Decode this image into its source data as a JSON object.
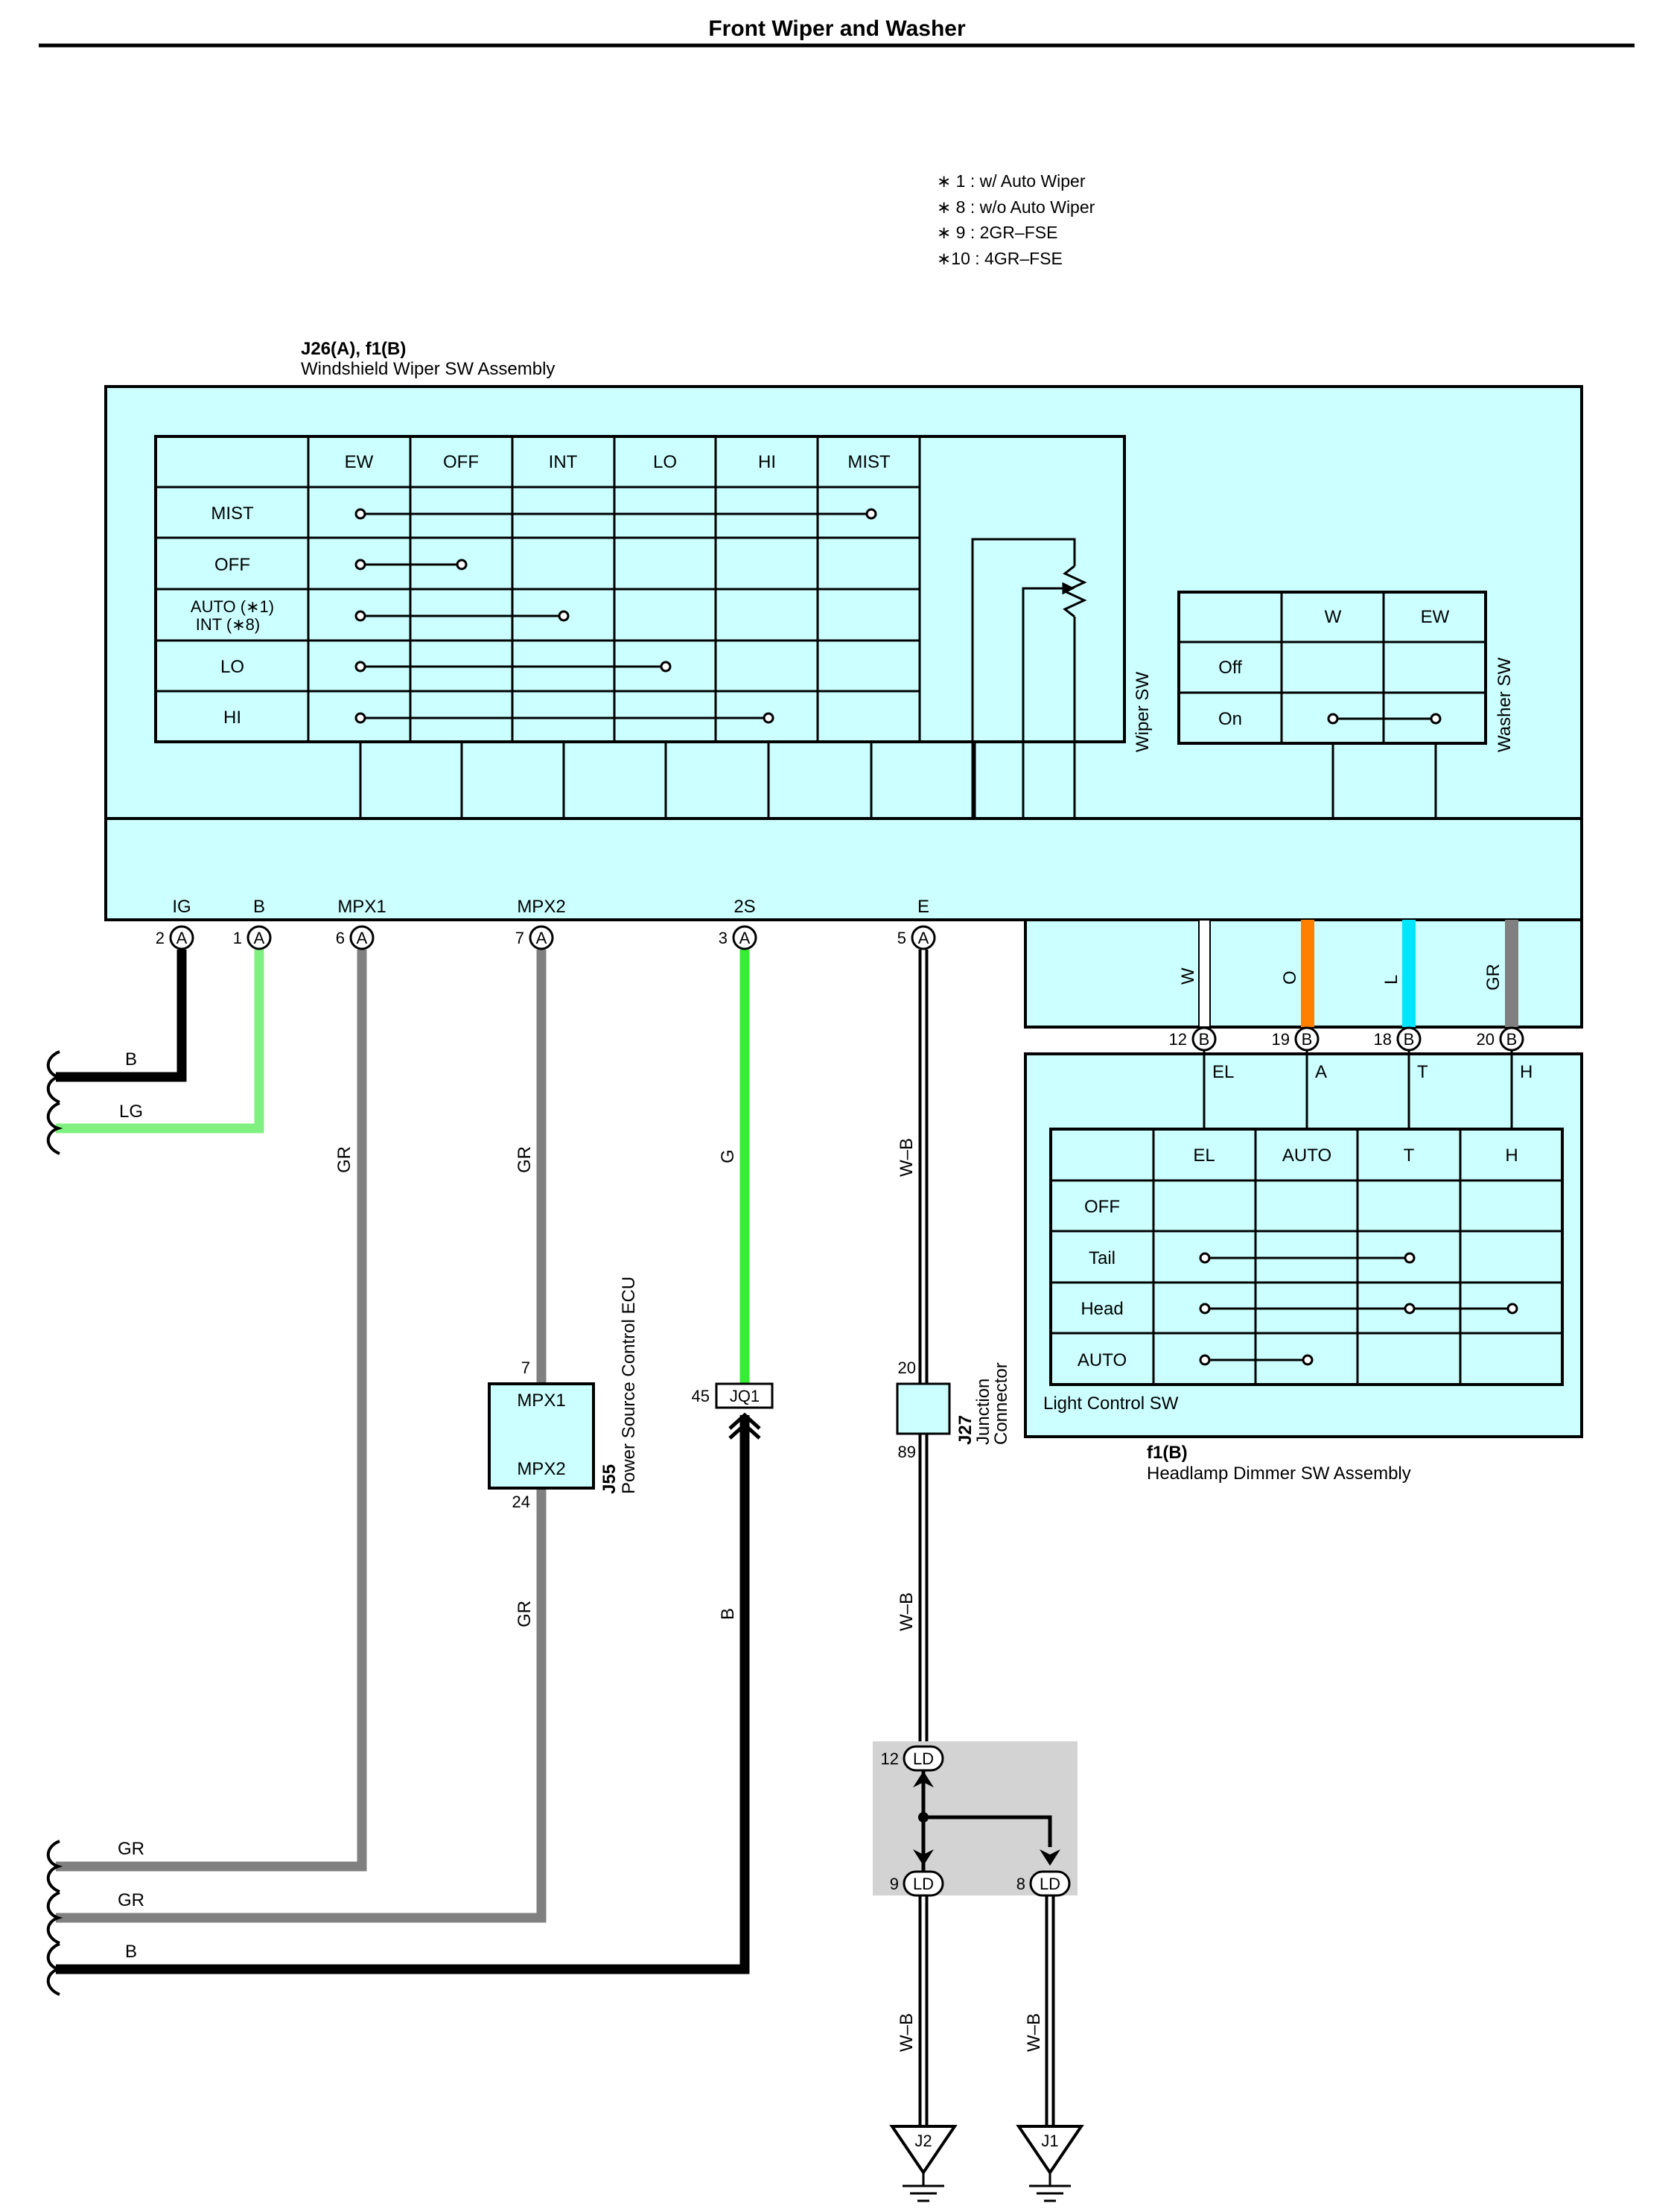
{
  "title": "Front Wiper and Washer",
  "notes": [
    "∗ 1 : w/ Auto Wiper",
    "∗ 8 : w/o Auto Wiper",
    "∗ 9 : 2GR–FSE",
    "∗10 : 4GR–FSE"
  ],
  "wiper_assembly": {
    "code": "J26(A), f1(B)",
    "name": "Windshield Wiper SW Assembly",
    "sw_label": "Wiper SW",
    "table": {
      "columns": [
        "EW",
        "OFF",
        "INT",
        "LO",
        "HI",
        "MIST"
      ],
      "rows": [
        "MIST",
        "OFF",
        "AUTO (∗1)",
        "INT (∗8)",
        "LO",
        "HI"
      ]
    },
    "washer_sw": {
      "label": "Washer SW",
      "columns": [
        "W",
        "EW"
      ],
      "rows": [
        "Off",
        "On"
      ]
    },
    "terminals": [
      {
        "name": "IG",
        "pin": "2",
        "conn": "A"
      },
      {
        "name": "B",
        "pin": "1",
        "conn": "A"
      },
      {
        "name": "MPX1",
        "pin": "6",
        "conn": "A"
      },
      {
        "name": "MPX2",
        "pin": "7",
        "conn": "A"
      },
      {
        "name": "2S",
        "pin": "3",
        "conn": "A"
      },
      {
        "name": "E",
        "pin": "5",
        "conn": "A"
      }
    ],
    "colors": {
      "fill": "#ccffff",
      "wire_gr": "#808080",
      "wire_lg": "#80f080",
      "wire_g": "#33ee33",
      "wire_o": "#ff8000",
      "wire_l": "#00e5ff"
    }
  },
  "internal_wires": [
    {
      "color": "W",
      "pin": "12",
      "conn": "B"
    },
    {
      "color": "O",
      "pin": "19",
      "conn": "B"
    },
    {
      "color": "L",
      "pin": "18",
      "conn": "B"
    },
    {
      "color": "GR",
      "pin": "20",
      "conn": "B"
    }
  ],
  "headlamp_assembly": {
    "code": "f1(B)",
    "name": "Headlamp Dimmer SW Assembly",
    "sw_label": "Light Control SW",
    "terminal_names": [
      "EL",
      "A",
      "T",
      "H"
    ],
    "table": {
      "columns": [
        "EL",
        "AUTO",
        "T",
        "H"
      ],
      "rows": [
        "OFF",
        "Tail",
        "Head",
        "AUTO"
      ]
    }
  },
  "wires": {
    "B": "B",
    "LG": "LG",
    "GR1": "GR",
    "GR2": "GR",
    "G": "G",
    "WB": "W–B",
    "GR_low": "GR",
    "B_low": "B"
  },
  "power_ecu": {
    "code": "J55",
    "name": "Power Source Control ECU",
    "pin_top": "7",
    "pin_bottom": "24",
    "label1": "MPX1",
    "label2": "MPX2"
  },
  "jq1": {
    "pin": "45",
    "name": "JQ1"
  },
  "junction": {
    "code": "J27",
    "name1": "Junction",
    "name2": "Connector",
    "pin_top": "20",
    "pin_bottom": "89"
  },
  "ld_block": {
    "top_pin": "12",
    "left_pin": "9",
    "right_pin": "8",
    "name": "LD"
  },
  "grounds": [
    "J2",
    "J1"
  ],
  "left_wires": [
    "GR",
    "GR",
    "B"
  ]
}
